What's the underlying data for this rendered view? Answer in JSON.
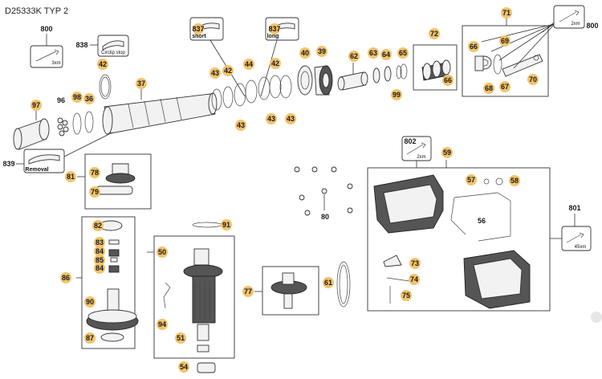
{
  "title": "D25333K TYP 2",
  "tool_labels": {
    "t838": "Circlip stop",
    "t837_short": "short",
    "t837_long": "long",
    "t839": "Removal",
    "t800_left": "3xm",
    "t800_right": "2xm",
    "t802": "2xm",
    "t801": "45xm"
  },
  "parts": [
    {
      "id": "800",
      "badge": false
    },
    {
      "id": "838",
      "badge": false
    },
    {
      "id": "837a",
      "text": "837",
      "badge": true
    },
    {
      "id": "837b",
      "text": "837",
      "badge": true
    },
    {
      "id": "42a",
      "text": "42",
      "badge": true
    },
    {
      "id": "37",
      "badge": true
    },
    {
      "id": "97",
      "badge": true
    },
    {
      "id": "96",
      "badge": false
    },
    {
      "id": "98",
      "badge": true
    },
    {
      "id": "36",
      "badge": true
    },
    {
      "id": "839",
      "badge": false
    },
    {
      "id": "43a",
      "text": "43",
      "badge": true
    },
    {
      "id": "42b",
      "text": "42",
      "badge": true
    },
    {
      "id": "44",
      "badge": true
    },
    {
      "id": "42c",
      "text": "42",
      "badge": true
    },
    {
      "id": "40",
      "badge": true
    },
    {
      "id": "39",
      "badge": true
    },
    {
      "id": "43b",
      "text": "43",
      "badge": true
    },
    {
      "id": "43c",
      "text": "43",
      "badge": true
    },
    {
      "id": "43d",
      "text": "43",
      "badge": true
    },
    {
      "id": "62",
      "badge": true
    },
    {
      "id": "63",
      "badge": true
    },
    {
      "id": "64",
      "badge": true
    },
    {
      "id": "65",
      "badge": true
    },
    {
      "id": "99",
      "badge": true
    },
    {
      "id": "72",
      "badge": true
    },
    {
      "id": "66a",
      "text": "66",
      "badge": true
    },
    {
      "id": "71",
      "badge": true
    },
    {
      "id": "800b",
      "text": "800",
      "badge": false
    },
    {
      "id": "66b",
      "text": "66",
      "badge": true
    },
    {
      "id": "69",
      "badge": true
    },
    {
      "id": "68",
      "badge": true
    },
    {
      "id": "67",
      "badge": true
    },
    {
      "id": "70",
      "badge": true
    },
    {
      "id": "81",
      "badge": true
    },
    {
      "id": "78",
      "badge": true
    },
    {
      "id": "79",
      "badge": true
    },
    {
      "id": "80",
      "badge": false
    },
    {
      "id": "802",
      "badge": false
    },
    {
      "id": "59",
      "badge": true
    },
    {
      "id": "57",
      "badge": true
    },
    {
      "id": "58",
      "badge": true
    },
    {
      "id": "56",
      "badge": false
    },
    {
      "id": "801",
      "badge": false
    },
    {
      "id": "82",
      "badge": true
    },
    {
      "id": "83",
      "badge": true
    },
    {
      "id": "84a",
      "text": "84",
      "badge": true
    },
    {
      "id": "85",
      "badge": true
    },
    {
      "id": "84b",
      "text": "84",
      "badge": true
    },
    {
      "id": "86",
      "badge": true
    },
    {
      "id": "90",
      "badge": true
    },
    {
      "id": "87",
      "badge": true
    },
    {
      "id": "91",
      "badge": true
    },
    {
      "id": "50",
      "badge": true
    },
    {
      "id": "94",
      "badge": true
    },
    {
      "id": "51",
      "badge": true
    },
    {
      "id": "54",
      "badge": true
    },
    {
      "id": "77",
      "badge": true
    },
    {
      "id": "61",
      "badge": true
    },
    {
      "id": "73",
      "badge": true
    },
    {
      "id": "74",
      "badge": true
    },
    {
      "id": "75",
      "badge": true
    }
  ]
}
